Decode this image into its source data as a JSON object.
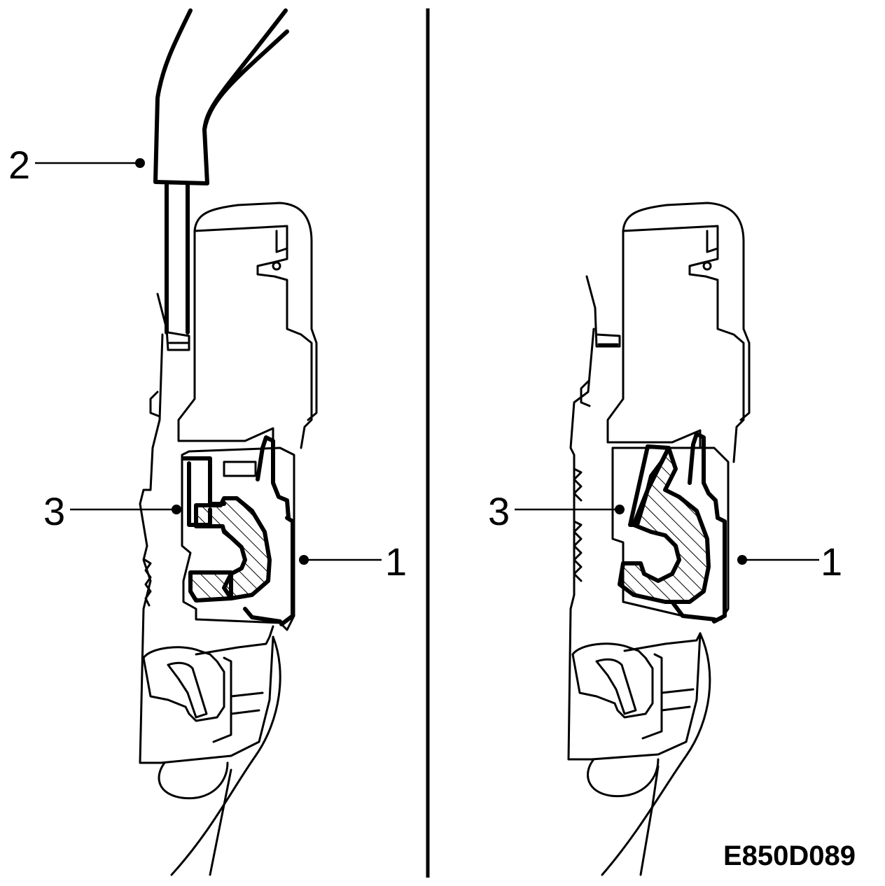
{
  "figure_id": "E850D089",
  "panels": [
    {
      "name": "left",
      "callouts": [
        {
          "label": "2"
        },
        {
          "label": "3"
        },
        {
          "label": "1"
        }
      ]
    },
    {
      "name": "right",
      "callouts": [
        {
          "label": "3"
        },
        {
          "label": "1"
        }
      ]
    }
  ]
}
